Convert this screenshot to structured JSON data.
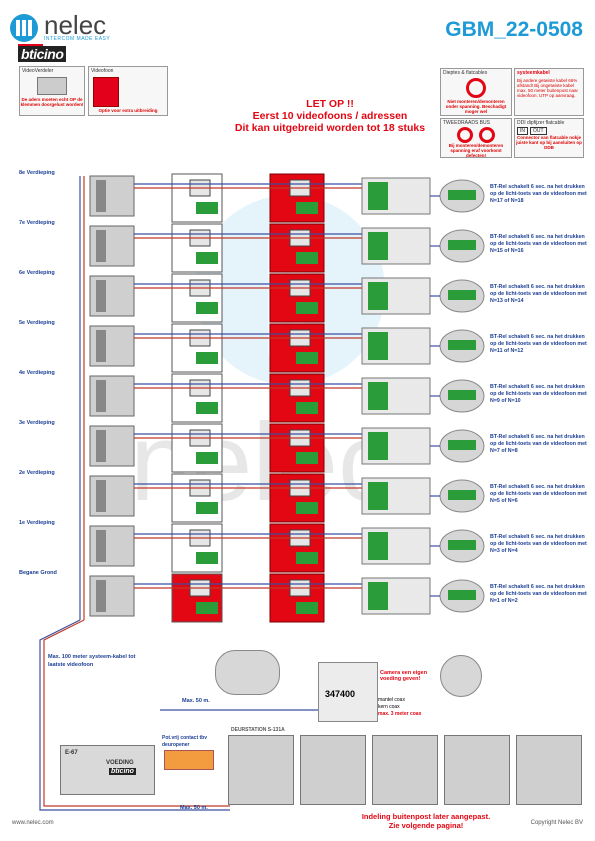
{
  "brand": {
    "name": "nelec",
    "tagline": "INTERCOM MADE EASY",
    "bticino": "bticino"
  },
  "doc_id": "GBM_22-0508",
  "top_boxes": {
    "videoverdeler": {
      "title": "VideoVerdeler",
      "note": "De aders moeten echt OP de klemmen doorgelust worden!"
    },
    "videofoon": {
      "title": "Videofoon",
      "note": "Optie voor extra uitbreiding"
    },
    "dieptes": {
      "title": "Dieptes & flatcables",
      "note": "Niet monteren/demonteren onder spanning. Beschadigt moger wel"
    },
    "systeemkabel": {
      "title": "systeemkabel",
      "note": "Bij andere getwiste kabel 66% afstand! Bij ongetwiste kabel max. 50 meter buitenpost naar videofoon. UTP op aanvraag."
    },
    "tweedraads": {
      "title": "TWEEDRAADS BUS",
      "note": "Bij monteren/demonteren spanning eraf voorkomt defecten!"
    },
    "ddi": {
      "title": "DDI dipfijzer flatcable",
      "in": "IN",
      "out": "OUT",
      "note": "Connector van flatcable nokje juiste kant op bij aansluiten op DDB"
    }
  },
  "warning": {
    "line1": "LET OP !!",
    "line2": "Eerst 10 videofoons / adressen",
    "line3": "Dit kan uitgebreid worden tot 18 stuks"
  },
  "floors": [
    {
      "label": "8e Verdieping",
      "note": "BT-Rel schakelt 6 sec. na het drukken op de licht-toets van de videofoon met N=17 of N=18"
    },
    {
      "label": "7e Verdieping",
      "note": "BT-Rel schakelt 6 sec. na het drukken op de licht-toets van de videofoon met N=15 of N=16"
    },
    {
      "label": "6e Verdieping",
      "note": "BT-Rel schakelt 6 sec. na het drukken op de licht-toets van de videofoon met N=13 of N=14"
    },
    {
      "label": "5e Verdieping",
      "note": "BT-Rel schakelt 6 sec. na het drukken op de licht-toets van de videofoon met N=11 of N=12"
    },
    {
      "label": "4e Verdieping",
      "note": "BT-Rel schakelt 6 sec. na het drukken op de licht-toets van de videofoon met N=9 of N=10"
    },
    {
      "label": "3e Verdieping",
      "note": "BT-Rel schakelt 6 sec. na het drukken op de licht-toets van de videofoon met N=7 of N=8"
    },
    {
      "label": "2e Verdieping",
      "note": "BT-Rel schakelt 6 sec. na het drukken op de licht-toets van de videofoon met N=5 of N=6"
    },
    {
      "label": "1e Verdieping",
      "note": "BT-Rel schakelt 6 sec. na het drukken op de licht-toets van de videofoon met N=3 of N=4"
    },
    {
      "label": "Begane Grond",
      "note": "BT-Rel schakelt 6 sec. na het drukken op de licht-toets van de videofoon met N=1 of N=2"
    }
  ],
  "cable_note": "Max. 100 meter systeem-kabel tot laatste videofoon",
  "max50a": "Max. 50 m.",
  "max50b": "Max. 50 m.",
  "voeding": {
    "code": "E-67",
    "label": "VOEDING",
    "sub": "bticino"
  },
  "contact": {
    "title": "Pot.vrij contact tbv deuropener"
  },
  "module": {
    "code": "347400",
    "camera": "Camera een eigen voeding geven!",
    "mantel": "mantel coax",
    "kern": "kern coax",
    "max3": "max. 3 meter coax"
  },
  "station": {
    "title": "DEURSTATION S-131A"
  },
  "bottom_note": {
    "line1": "Indeling buitenpost later aangepast.",
    "line2": "Zie volgende pagina!"
  },
  "footer": {
    "url": "www.nelec.com",
    "copyright": "Copyright Nelec BV"
  }
}
